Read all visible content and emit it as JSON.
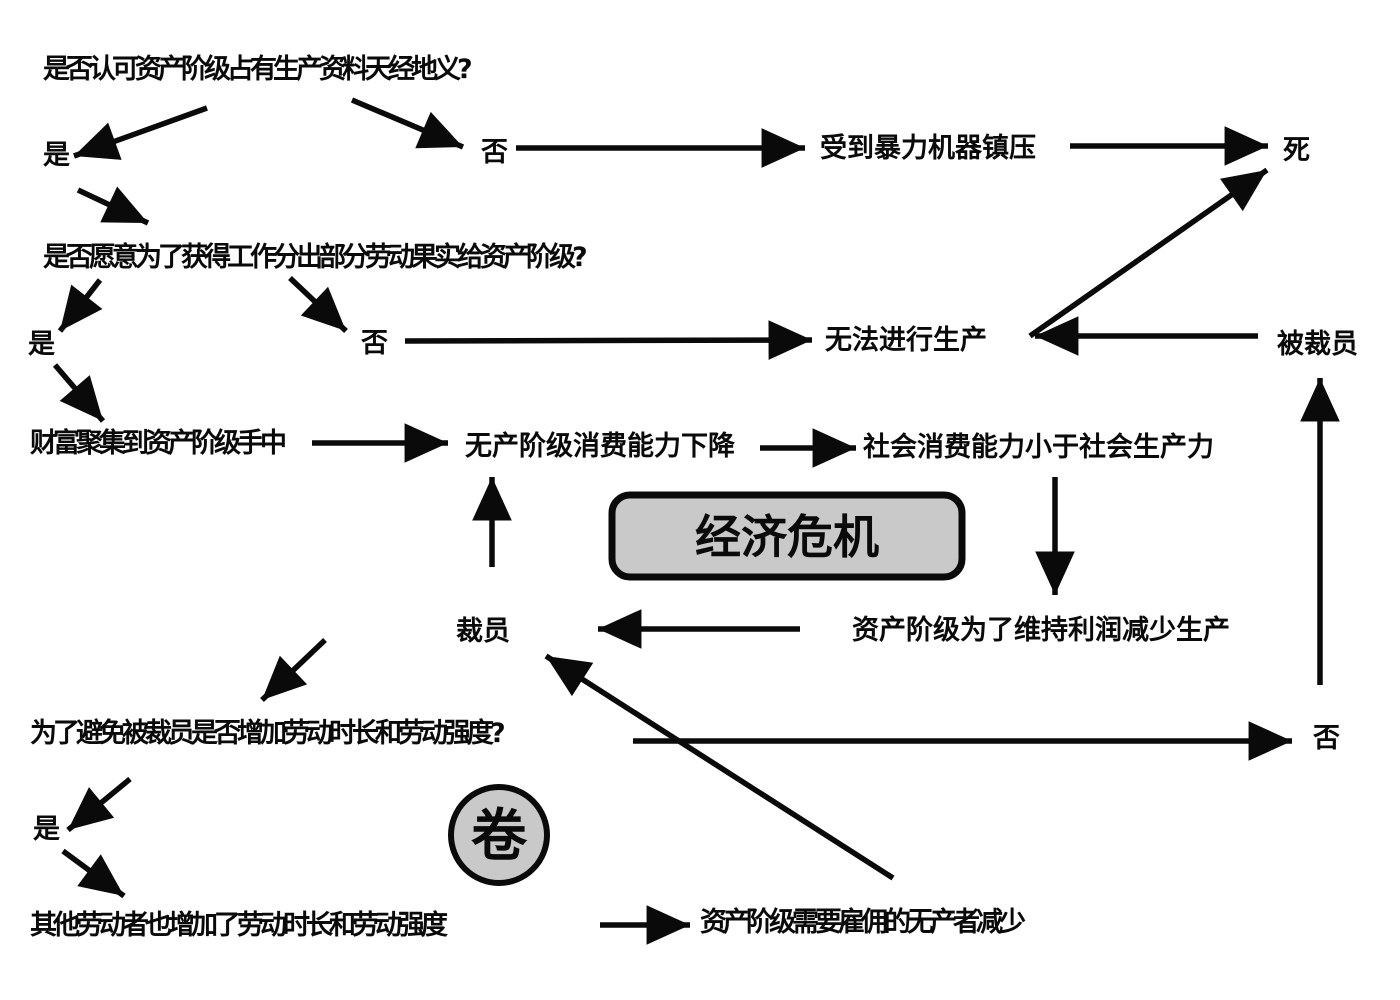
{
  "diagram": {
    "title_implicit": "",
    "background_color": "#ffffff",
    "line_color": "#0a0a0a",
    "node_fill_color": "#c9c9c9",
    "nodes": {
      "q1": "是否认可资产阶级占有生产资料天经地义?",
      "yes1": "是",
      "no1": "否",
      "suppressed": "受到暴力机器镇压",
      "death": "死",
      "q2": "是否愿意为了获得工作分出部分劳动果实给资产阶级?",
      "yes2": "是",
      "no2": "否",
      "cannot_produce": "无法进行生产",
      "laid_off": "被裁员",
      "wealth": "财富聚集到资产阶级手中",
      "proletariat_consumption": "无产阶级消费能力下降",
      "social_consumption": "社会消费能力小于社会生产力",
      "economic_crisis": "经济危机",
      "layoffs": "裁员",
      "reduce_production": "资产阶级为了维持利润减少生产",
      "q3": "为了避免被裁员是否增加劳动时长和劳动强度?",
      "no3": "否",
      "yes3": "是",
      "involution": "卷",
      "others_increase": "其他劳动者也增加了劳动时长和劳动强度",
      "fewer_workers": "资产阶级需要雇佣的无产者减少"
    }
  }
}
